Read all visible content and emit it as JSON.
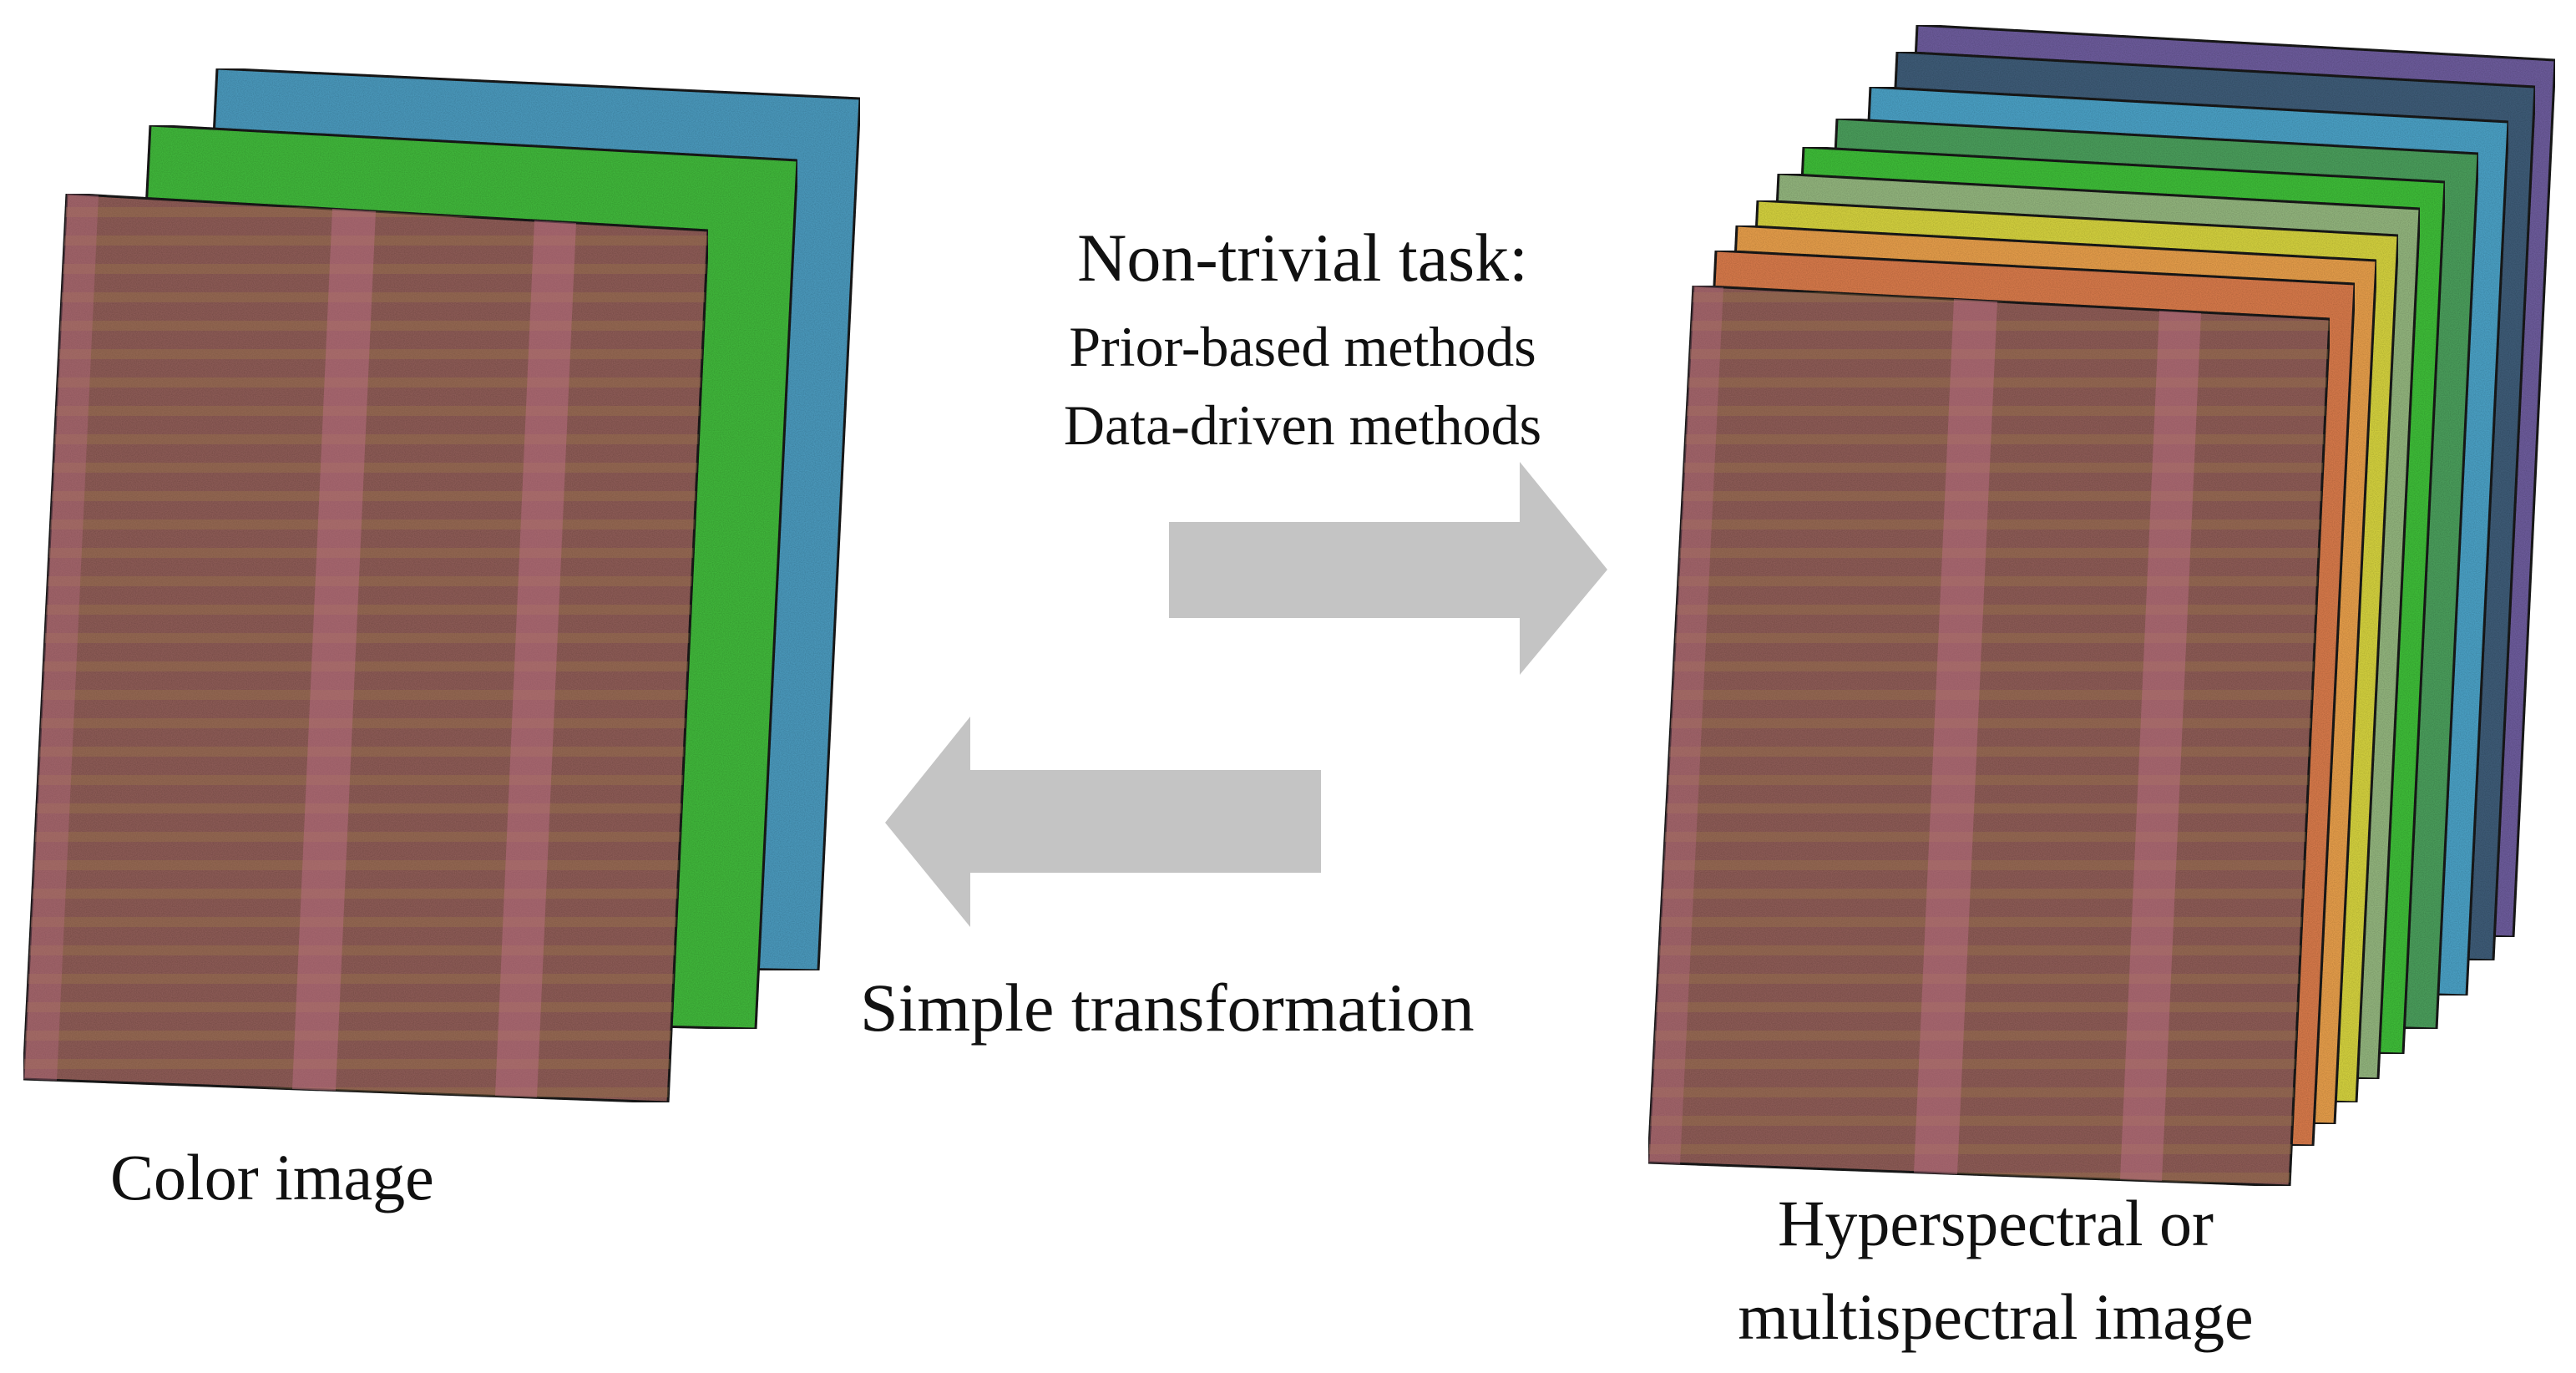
{
  "labels": {
    "color_image": "Color image",
    "task_title": "Non-trivial task:",
    "method_prior": "Prior-based methods",
    "method_data": "Data-driven methods",
    "simple_transform": "Simple transformation",
    "hyper_line1": "Hyperspectral or",
    "hyper_line2": "multispectral image"
  },
  "icons": {
    "forward_arrow": "right-arrow-icon",
    "backward_arrow": "left-arrow-icon"
  },
  "colors": {
    "arrow": "#c4c4c4",
    "rgb_red": "#8a5a55",
    "rgb_green": "#3fb33a",
    "rgb_blue": "#4a95b8",
    "band_colors": [
      "#8a5a55",
      "#d2774a",
      "#e09a4a",
      "#cfcc3e",
      "#8fb07a",
      "#3cb838",
      "#4a9cc0",
      "#3c5a74",
      "#6a5a98"
    ]
  }
}
